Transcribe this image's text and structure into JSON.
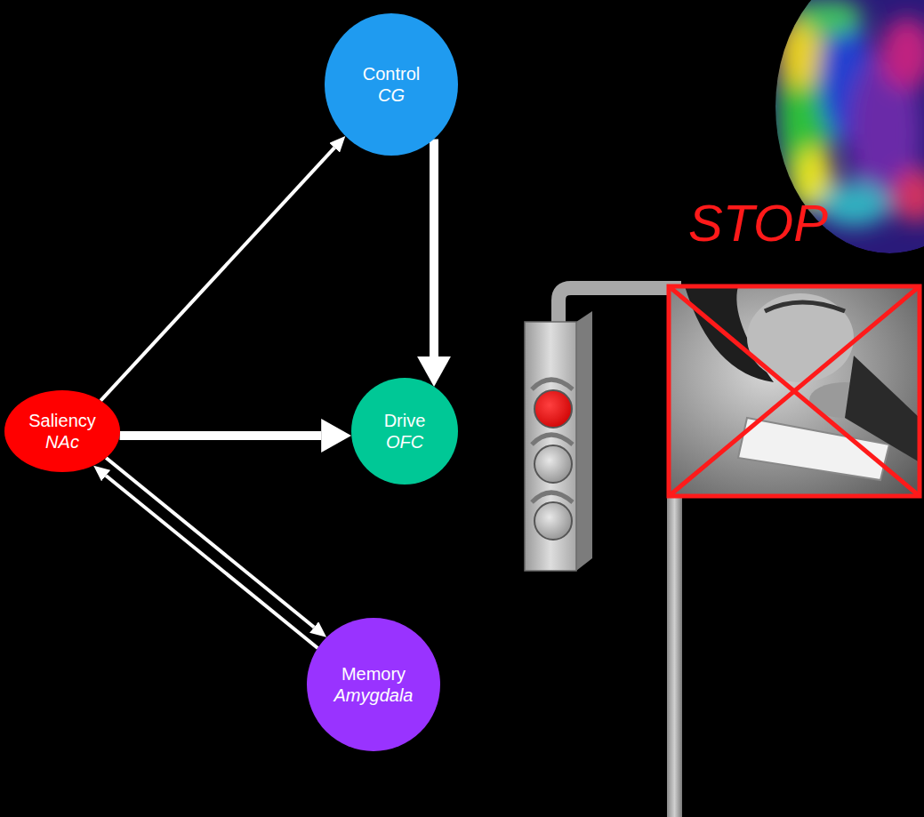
{
  "diagram": {
    "nodes": [
      {
        "text": [
          "Control",
          "CG"
        ]
      },
      {
        "text": [
          "Saliency",
          "NAc"
        ]
      },
      {
        "text": [
          "Drive",
          "OFC"
        ]
      },
      {
        "text": [
          "Memory",
          "Amygdala"
        ]
      }
    ],
    "edges": [
      {
        "from": 0,
        "to": 2,
        "arrow": "to"
      },
      {
        "from": 1,
        "to": 0,
        "arrow": "to"
      },
      {
        "from": 1,
        "to": 2,
        "arrow": "to"
      },
      {
        "from": 1,
        "to": 3,
        "arrow": "to"
      },
      {
        "from": 3,
        "to": 1,
        "arrow": "to"
      }
    ],
    "labels": [
      "STOP"
    ]
  }
}
